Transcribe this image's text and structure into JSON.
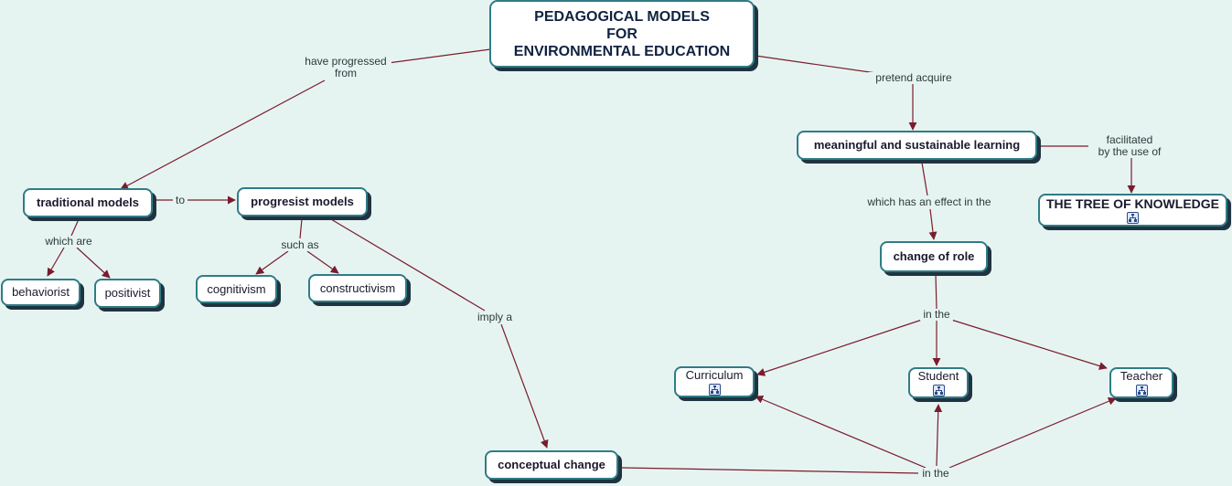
{
  "concept_map": {
    "title": "PEDAGOGICAL MODELS FOR ENVIRONMENTAL EDUCATION",
    "title_lines": [
      "PEDAGOGICAL MODELS",
      "FOR",
      "ENVIRONMENTAL EDUCATION"
    ],
    "concepts": {
      "traditional": "traditional models",
      "progresist": "progresist models",
      "behaviorist": "behaviorist",
      "positivist": "positivist",
      "cognitivism": "cognitivism",
      "constructivism": "constructivism",
      "conceptual_change": "conceptual change",
      "meaningful": "meaningful and sustainable learning",
      "tree": "THE TREE OF KNOWLEDGE",
      "change_role": "change of role",
      "curriculum": "Curriculum",
      "student": "Student",
      "teacher": "Teacher"
    },
    "linking_phrases": {
      "have_progressed": "have progressed from",
      "have_progressed_lines": [
        "have progressed",
        "from"
      ],
      "pretend_acquire": "pretend acquire",
      "to": "to",
      "which_are": "which are",
      "such_as": "such as",
      "imply_a": "imply a",
      "facilitated": "facilitated by the use of",
      "facilitated_lines": [
        "facilitated",
        "by the use of"
      ],
      "which_has_effect": "which has an effect in the",
      "in_the_1": "in the",
      "in_the_2": "in the"
    },
    "submap_icons": [
      "tree",
      "curriculum",
      "student",
      "teacher"
    ],
    "colors": {
      "background": "#e6f4f1",
      "node_border": "#2f7c87",
      "edge": "#7a1c2e",
      "text": "#1a1a2e"
    }
  }
}
